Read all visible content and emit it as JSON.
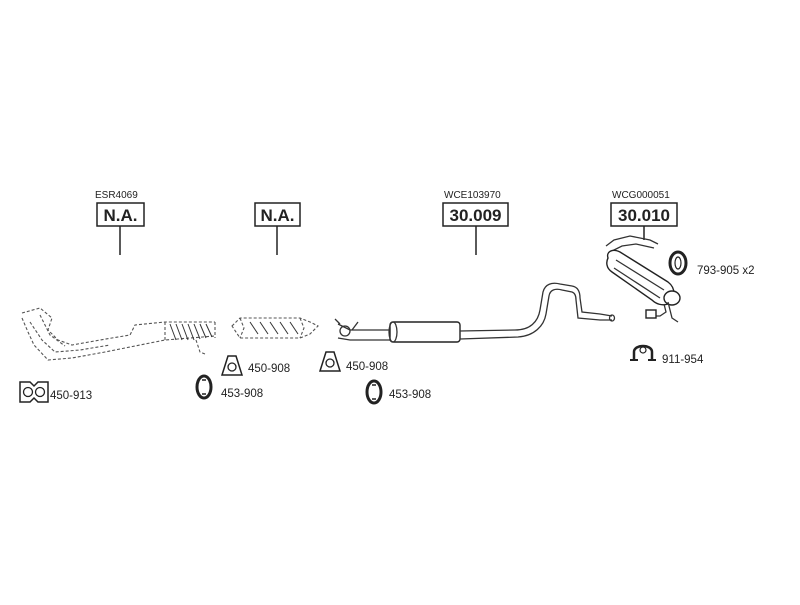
{
  "headers": [
    {
      "code": "ESR4069",
      "label": "N.A."
    },
    {
      "code": "",
      "label": "N.A."
    },
    {
      "code": "WCE103970",
      "label": "30.009"
    },
    {
      "code": "WCG000051",
      "label": "30.010"
    }
  ],
  "parts": {
    "gasket_front": "450-913",
    "gasket_a": "450-908",
    "hanger_a": "453-908",
    "gasket_b": "450-908",
    "hanger_b": "453-908",
    "rubber_ring": "793-905 x2",
    "clamp": "911-954"
  },
  "colors": {
    "line": "#222222",
    "background": "#ffffff"
  }
}
